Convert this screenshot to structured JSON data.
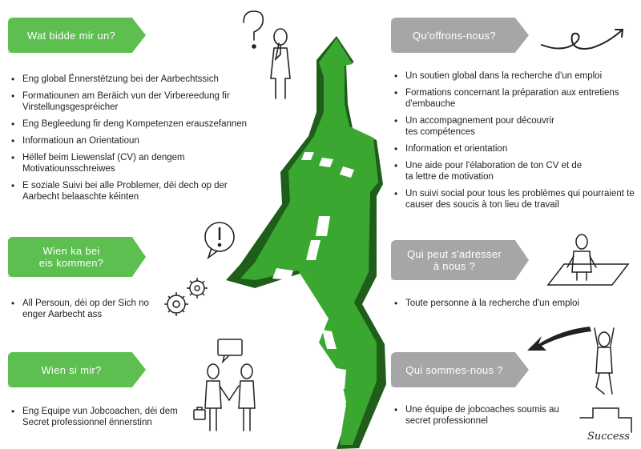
{
  "left": {
    "sections": [
      {
        "tag": "Wat bidde mir un?",
        "items": [
          "Eng global Ënnerstëtzung bei der Aarbechtssich",
          "Formatiounen am Beräich vun der Virbereedung fir Virstellungsgespréicher",
          "Eng Begleedung fir deng Kompetenzen erauszefannen",
          "Informatioun an Orientatioun",
          "Hëllef beim Liewenslaf (CV) an dengem Motivatiounsschreiwes",
          "E soziale Suivi bei alle Problemer, déi dech op der Aarbecht belaaschte kéinten"
        ]
      },
      {
        "tag": "Wien ka bei eis kommen?",
        "items": [
          "All Persoun, déi op der Sich no enger Aarbecht ass"
        ]
      },
      {
        "tag": "Wien si mir?",
        "items": [
          "Eng Equipe vun Jobcoachen, déi dem Secret professionnel ënnerstinn"
        ]
      }
    ]
  },
  "right": {
    "sections": [
      {
        "tag": "Qu'offrons-nous?",
        "items": [
          "Un soutien global dans la recherche d'un emploi",
          "Formations concernant la préparation aux entretiens d'embauche",
          "Un accompagnement pour découvrir tes compétences",
          "Information et orientation",
          "Une aide pour l'élaboration de ton CV et de ta lettre de motivation",
          "Un suivi social pour tous les problèmes qui pourraient te causer des soucis à ton lieu de travail"
        ]
      },
      {
        "tag": "Qui peut s'adresser à nous ?",
        "items": [
          "Toute personne à la recherche d'un emploi"
        ]
      },
      {
        "tag": "Qui sommes-nous ?",
        "items": [
          "Une équipe de jobcoaches soumis au secret professionnel"
        ]
      }
    ]
  },
  "illustration": {
    "success_label": "Success"
  },
  "colors": {
    "green": "#5cbf4f",
    "grey": "#a6a6a6",
    "road_green": "#3aa830",
    "road_dark": "#1e5e1a"
  },
  "icons": [
    "question-mark-icon",
    "thinking-man-icon",
    "exclamation-bubble-icon",
    "gears-icon",
    "handshake-people-icon",
    "speech-bubble-icon",
    "briefcase-icon",
    "swirl-arrow-icon",
    "desk-person-icon",
    "curved-arrow-icon",
    "jumping-man-icon",
    "podium-icon",
    "road-arrow-icon"
  ]
}
